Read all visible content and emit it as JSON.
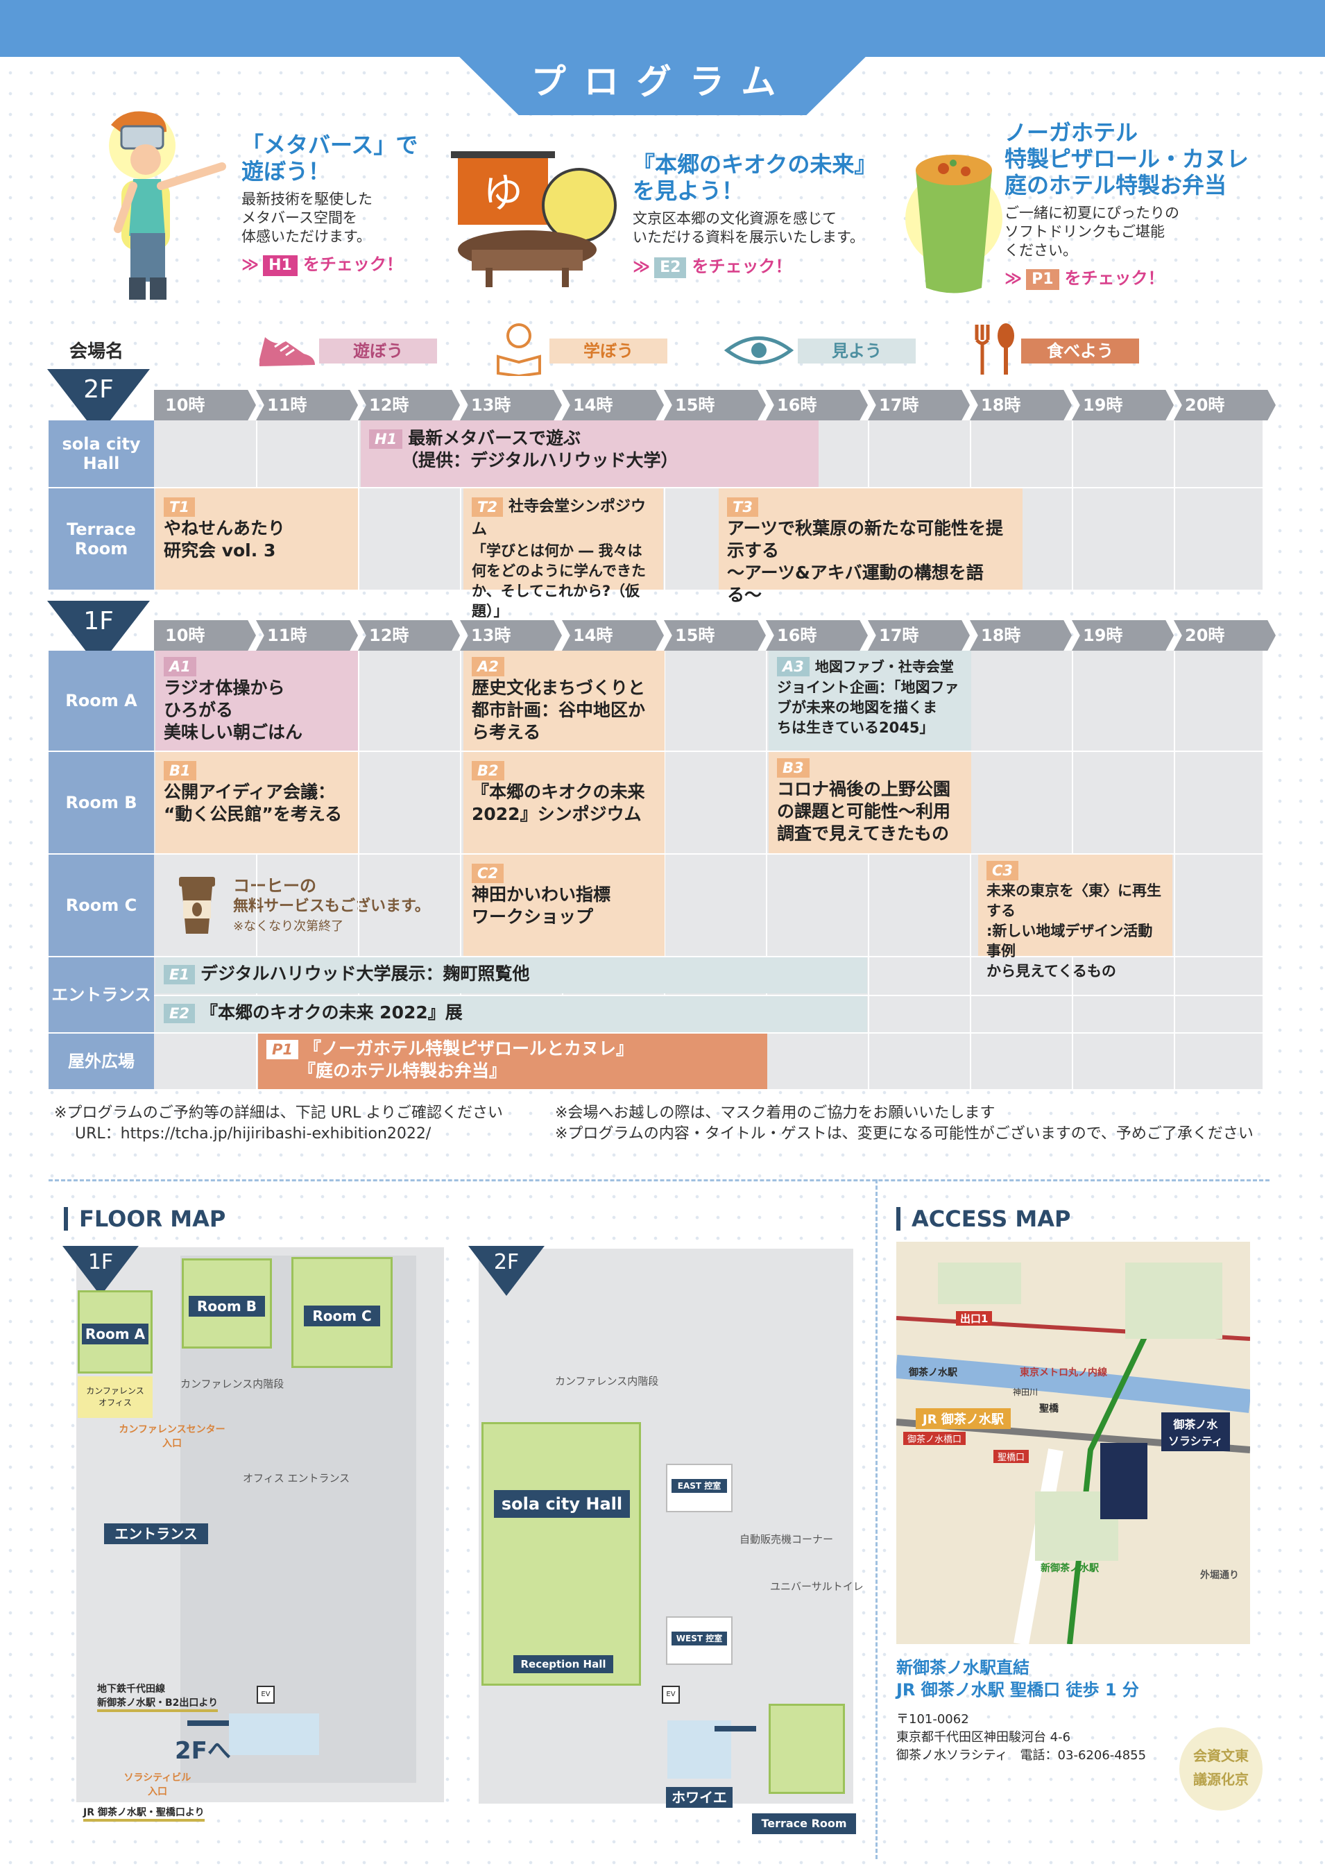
{
  "header": {
    "title": "プログラム"
  },
  "features": [
    {
      "title_lines": [
        "「メタバース」で",
        "遊ぼう！"
      ],
      "body_lines": [
        "最新技術を駆使した",
        "メタバース空間を",
        "体感いただけます。"
      ],
      "check_code": "H1",
      "check_text": "をチェック！"
    },
    {
      "title_lines": [
        "『本郷のキオクの未来』",
        "を見よう！"
      ],
      "body_lines": [
        "文京区本郷の文化資源を感じて",
        "いただける資料を展示いたします。"
      ],
      "check_code": "E2",
      "check_text": "をチェック！"
    },
    {
      "title_lines": [
        "ノーガホテル",
        "特製ピザロール・カヌレ",
        "庭のホテル特製お弁当"
      ],
      "body_lines": [
        "ご一緒に初夏にぴったりの",
        "ソフトドリンクもご堪能",
        "ください。"
      ],
      "check_code": "P1",
      "check_text": "をチェック！"
    }
  ],
  "legend": {
    "venue_label": "会場名",
    "items": [
      {
        "label": "遊ぼう",
        "icon": "sneaker-icon",
        "color": "#e9c9d6"
      },
      {
        "label": "学ぼう",
        "icon": "reading-person-icon",
        "color": "#f7dcc2"
      },
      {
        "label": "見よう",
        "icon": "eye-icon",
        "color": "#d8e4e6"
      },
      {
        "label": "食べよう",
        "icon": "fork-spoon-icon",
        "color": "#d9845c"
      }
    ]
  },
  "hours": [
    "10時",
    "11時",
    "12時",
    "13時",
    "14時",
    "15時",
    "16時",
    "17時",
    "18時",
    "19時",
    "20時"
  ],
  "floor2": {
    "label": "2F",
    "rooms": [
      {
        "name_lines": [
          "sola city",
          "Hall"
        ],
        "events": [
          {
            "code": "H1",
            "lines": [
              "最新メタバースで遊ぶ",
              "（提供：デジタルハリウッド大学）"
            ]
          }
        ]
      },
      {
        "name_lines": [
          "Terrace",
          "Room"
        ],
        "events": [
          {
            "code": "T1",
            "lines": [
              "やねせんあたり",
              "研究会 vol. 3"
            ]
          },
          {
            "code": "T2",
            "sub": "社寺会堂シンポジウム",
            "lines": [
              "「学びとは何か ― 我々は",
              "何をどのように学んできた",
              "か、そしてこれから?（仮題）」"
            ]
          },
          {
            "code": "T3",
            "lines": [
              "アーツで秋葉原の新たな可能性を提示する",
              "〜アーツ&アキバ運動の構想を語る〜"
            ]
          }
        ]
      }
    ]
  },
  "floor1": {
    "label": "1F",
    "rooms": [
      {
        "name": "Room A",
        "events": [
          {
            "code": "A1",
            "lines": [
              "ラジオ体操から",
              "ひろがる",
              "美味しい朝ごはん"
            ]
          },
          {
            "code": "A2",
            "lines": [
              "歴史文化まちづくりと",
              "都市計画：谷中地区か",
              "ら考える"
            ]
          },
          {
            "code": "A3",
            "sub": "地図ファブ・社寺会堂",
            "lines": [
              "ジョイント企画：「地図ファ",
              "ブが未来の地図を描くま",
              "ちは生きている2045」"
            ]
          }
        ]
      },
      {
        "name": "Room B",
        "events": [
          {
            "code": "B1",
            "lines": [
              "公開アイディア会議：",
              "“動く公民館”を考える"
            ]
          },
          {
            "code": "B2",
            "lines": [
              "『本郷のキオクの未来",
              "2022』シンポジウム"
            ]
          },
          {
            "code": "B3",
            "lines": [
              "コロナ禍後の上野公園",
              "の課題と可能性〜利用",
              "調査で見えてきたもの"
            ]
          }
        ]
      },
      {
        "name": "Room C",
        "coffee": {
          "lines": [
            "コーヒーの",
            "無料サービスもございます。"
          ],
          "note": "※なくなり次第終了"
        },
        "events": [
          {
            "code": "C2",
            "lines": [
              "神田かいわい指標",
              "ワークショップ"
            ]
          },
          {
            "code": "C3",
            "lines": [
              "未来の東京を〈東〉に再生する",
              ":新しい地域デザイン活動事例",
              "から見えてくるもの"
            ]
          }
        ]
      },
      {
        "name": "エントランス",
        "events": [
          {
            "code": "E1",
            "lines": [
              "デジタルハリウッド大学展示：麹町照覧他"
            ]
          },
          {
            "code": "E2",
            "lines": [
              "『本郷のキオクの未来 2022』展"
            ]
          }
        ]
      },
      {
        "name": "屋外広場",
        "events": [
          {
            "code": "P1",
            "lines": [
              "『ノーガホテル特製ピザロールとカヌレ』",
              "『庭のホテル特製お弁当』"
            ]
          }
        ]
      }
    ]
  },
  "notes": {
    "left": [
      "※プログラムのご予約等の詳細は、下記 URL よりご確認ください",
      "URL：https://tcha.jp/hijiribashi-exhibition2022/"
    ],
    "right": [
      "※会場へお越しの際は、マスク着用のご協力をお願いいたします",
      "※プログラムの内容・タイトル・ゲストは、変更になる可能性がございますので、予めご了承ください"
    ]
  },
  "floor_map": {
    "title": "FLOOR MAP",
    "f1": {
      "label": "1F",
      "room_a": "Room A",
      "room_b": "Room B",
      "room_c": "Room C",
      "conf_office": "カンファレンス\nオフィス",
      "conf_entry": "カンファレンスセンター\n入口",
      "entrance": "エントランス",
      "subway": "地下鉄千代田線\n新御茶ノ水駅・B2出口より",
      "to2f": "2Fへ",
      "solacity_entry": "ソラシティビル\n入口",
      "jr": "JR 御茶ノ水駅・聖橋口より",
      "conf_lobby": "カンファレンス内階段",
      "office_ent": "オフィス エントランス",
      "ev": "EV"
    },
    "f2": {
      "label": "2F",
      "hall": "sola city Hall",
      "reception": "Reception Hall",
      "east": "EAST 控室",
      "west": "WEST 控室",
      "foyer": "ホワイエ",
      "terrace": "Terrace Room",
      "conf_lobby": "カンファレンス内階段",
      "vending": "自動販売機コーナー",
      "universal": "ユニバーサルトイレ",
      "ev": "EV"
    }
  },
  "access_map": {
    "title": "ACCESS MAP",
    "labels": {
      "exit1": "出口1",
      "ochanomizu_ekimae": "御茶ノ水駅",
      "metro": "東京メトロ丸ノ内線",
      "kanda": "神田川",
      "jr_station": "JR 御茶ノ水駅",
      "hijiri": "聖橋",
      "ochanomizubashi": "御茶ノ水橋口",
      "hijiribashi_exit": "聖橋口",
      "building": "御茶ノ水\nソラシティ",
      "shin": "新御茶ノ水駅",
      "sotobori": "外堀通り"
    },
    "lines": [
      "新御茶ノ水駅直結",
      "JR 御茶ノ水駅 聖橋口 徒歩 1 分"
    ],
    "address": [
      "〒101-0062",
      "東京都千代田区神田駿河台 4-6",
      "御茶ノ水ソラシティ　電話：03-6206-4855"
    ],
    "seal": "会資文東\n議源化京"
  }
}
